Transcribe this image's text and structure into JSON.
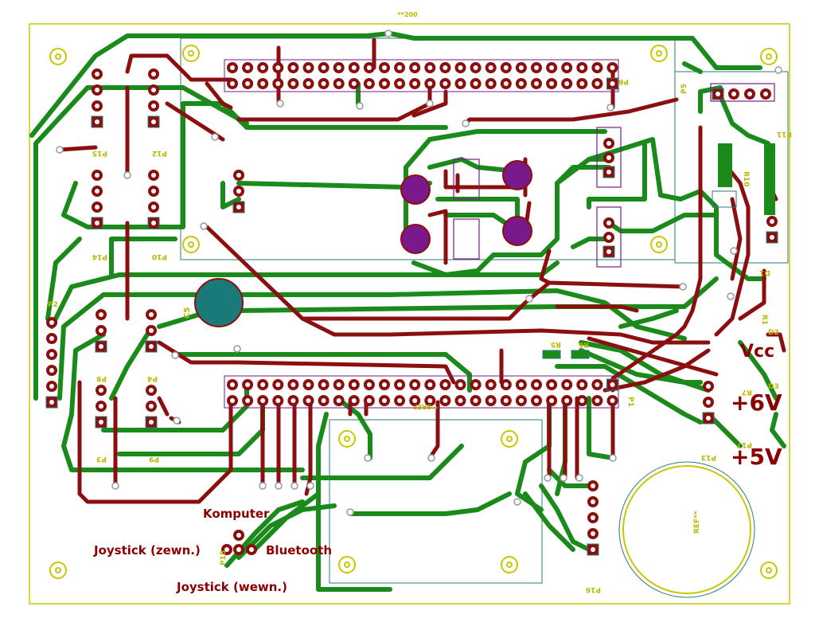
{
  "board": {
    "top_ref": "**200",
    "colors": {
      "outline": "#c8c800",
      "copper_bottom": "#1a8a1a",
      "copper_top": "#8b0f0f",
      "pad_fill": "#8b0f0f",
      "pad_hole": "#ffffff",
      "module_outline": "#2a7a7a",
      "electrolytic": "#7a1a8a",
      "silk": "#b8b800"
    }
  },
  "refs": {
    "p6": "P6",
    "p5": "P5",
    "p11": "P11",
    "p12": "P12",
    "p15": "P15",
    "p14": "P14",
    "p10": "P10",
    "p2": "P2",
    "p4": "P4",
    "p8": "P8",
    "p3": "P3",
    "p9": "P9",
    "p1": "P1",
    "p13": "P13",
    "p16": "P16",
    "p18": "P18",
    "r10": "R10",
    "r1": "R1",
    "r5": "R5",
    "r6": "R6",
    "r7": "R7",
    "d1": "D1",
    "d2": "D2",
    "d3": "D3",
    "c5": "C5",
    "p17": "P17",
    "ref1": "**3REF",
    "ref2": "REF**"
  },
  "labels": {
    "komputer": "Komputer",
    "joystick_zewn": "Joystick (zewn.)",
    "bluetooth": "Bluetooth",
    "joystick_wewn": "Joystick (wewn.)",
    "vcc": "Vcc",
    "plus6v": "+6V",
    "plus5v": "+5V"
  }
}
